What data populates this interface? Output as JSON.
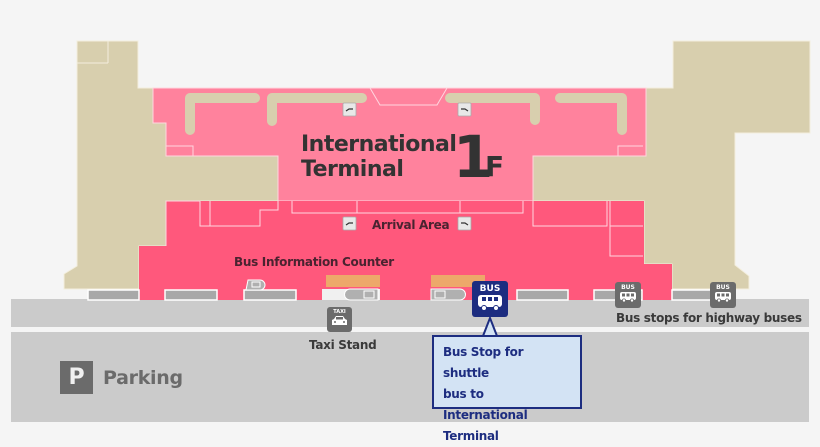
{
  "map": {
    "title_line1": "International",
    "title_line2": "Terminal",
    "floor_number": "1",
    "floor_suffix": "F",
    "colors": {
      "background": "#f5f5f5",
      "building_beige": "#d8cfae",
      "terminal_light_pink": "#ff829d",
      "terminal_dark_pink": "#ff587c",
      "road_gray": "#cbcbcb",
      "curb_gray": "#a8a8a8",
      "counter_orange": "#eda86a",
      "shuttle_bus_navy": "#1d2d80",
      "callout_fill": "#d3e3f4",
      "icon_gray": "#6b6b6b"
    }
  },
  "areas": {
    "arrival_area": "Arrival Area",
    "bus_information_counter": "Bus Information Counter",
    "parking": "Parking",
    "parking_icon_glyph": "P"
  },
  "stops": {
    "taxi_stand": {
      "label": "Taxi Stand",
      "icon_text": "TAXI"
    },
    "shuttle_bus": {
      "icon_text": "BUS",
      "callout_line1": "Bus Stop for shuttle",
      "callout_line2": "bus to International",
      "callout_line3": "Terminal"
    },
    "highway_bus": {
      "label": "Bus stops for highway buses",
      "icon_text_1": "BUS",
      "icon_text_2": "BUS"
    }
  }
}
